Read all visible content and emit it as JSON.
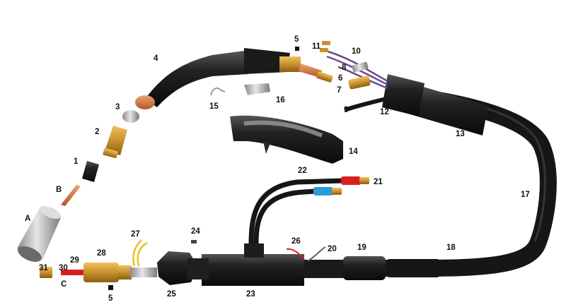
{
  "labels": {
    "l1": "1",
    "l2": "2",
    "l3": "3",
    "l4": "4",
    "l5a": "5",
    "l5b": "5",
    "l6": "6",
    "l7": "7",
    "l8": "8",
    "l9": "9",
    "l10": "10",
    "l11": "11",
    "l12": "12",
    "l13": "13",
    "l14": "14",
    "l15": "15",
    "l16": "16",
    "l17": "17",
    "l18": "18",
    "l19": "19",
    "l20": "20",
    "l21": "21",
    "l22": "22",
    "l23": "23",
    "l24": "24",
    "l25": "25",
    "l26": "26",
    "l27": "27",
    "l28": "28",
    "l29": "29",
    "l30": "30",
    "l31": "31",
    "lA": "A",
    "lB": "B",
    "lC": "C"
  },
  "colors": {
    "hose": "#161616",
    "body": "#222222",
    "brass": "#c8922d",
    "copper": "#d27a3f",
    "silver": "#b8b8b8",
    "red": "#d62020",
    "blue": "#2a9bd6",
    "yellow": "#e9c420",
    "purple": "#6a4a8a"
  }
}
